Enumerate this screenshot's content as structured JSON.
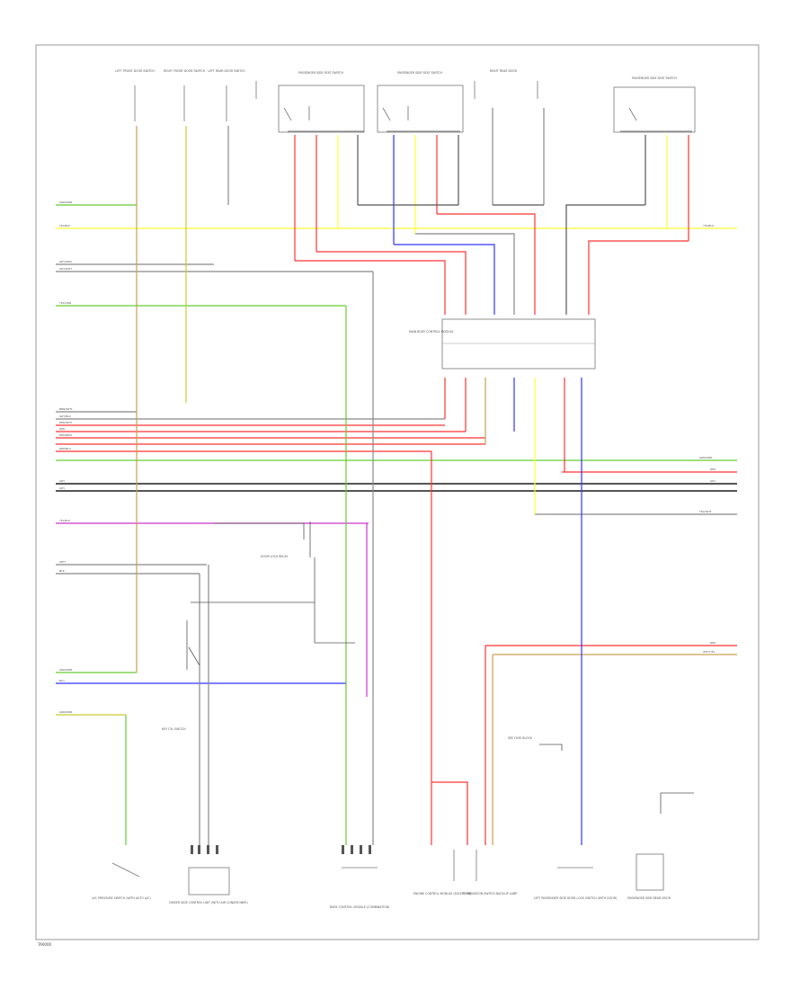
{
  "diagram": {
    "reference": "TA0000",
    "colors": {
      "green": "#66cc33",
      "yellow": "#ffff33",
      "red": "#ff3333",
      "blue": "#3333ff",
      "purple": "#cc33cc",
      "gray": "#888888",
      "dark": "#555555",
      "tan": "#c8a050",
      "yellowgreen": "#cccc33"
    },
    "left_edge_labels": [
      "GRN/ORN",
      "YEL/BLU",
      "GRY/ORN",
      "GRY/WHT",
      "YEL/ORN",
      "BRN/WHT",
      "GRY/BLU",
      "RED/WHT",
      "RED",
      "RED/BRN",
      "RED/BLU",
      "GRY",
      "GRY",
      "YEL/BLU",
      "WHT",
      "BLK",
      "GRN/ORN",
      "BLU",
      "GRN/ORN"
    ],
    "right_edge_labels": [
      "YEL/BLU",
      "GRN/ORN",
      "RED",
      "GRY",
      "YEL/WHT",
      "RED",
      "WHT/YEL"
    ],
    "components": {
      "left_front_door_sw": "LEFT FRONT DOOR SWITCH",
      "right_front_door_sw": "RIGHT FRONT DOOR SWITCH",
      "left_rear_door_sw": "LEFT REAR DOOR SWITCH",
      "sw_block_1": "PASSENGER SIDE SEAT SWITCH",
      "sw_block_2": "PASSENGER SIDE SEAT SWITCH",
      "right_rear_door": "RIGHT REAR DOOR",
      "sw_block_3": "PASSENGER SIDE SEAT SWITCH",
      "junction_block": "MAIN BODY CONTROL MODULE",
      "door_lock_relay": "DOOR LOCK RELAY",
      "key_cyl_sw": "KEY CYL SWITCH",
      "fuse_label": "SEE FUSE BLOCK",
      "bottom_1": "A/C PRESSURE SWITCH (WITH AUTO A/C)",
      "bottom_2": "DRIVER SIDE CONTROL UNIT (WITH AIR CONDITIONER)",
      "bottom_3": "BODY CONTROL MODULE (COMBINATION)",
      "bottom_4": "ENGINE CONTROL MODULE (EXCEPT V6)",
      "bottom_5": "COMBINATION SWITCH BACK-UP LAMP",
      "bottom_6": "LEFT PASSENGER SIDE DOOR LOCK SWITCH (WITH DOOR)",
      "bottom_7": "PASSENGER SIDE REAR DOOR"
    }
  }
}
